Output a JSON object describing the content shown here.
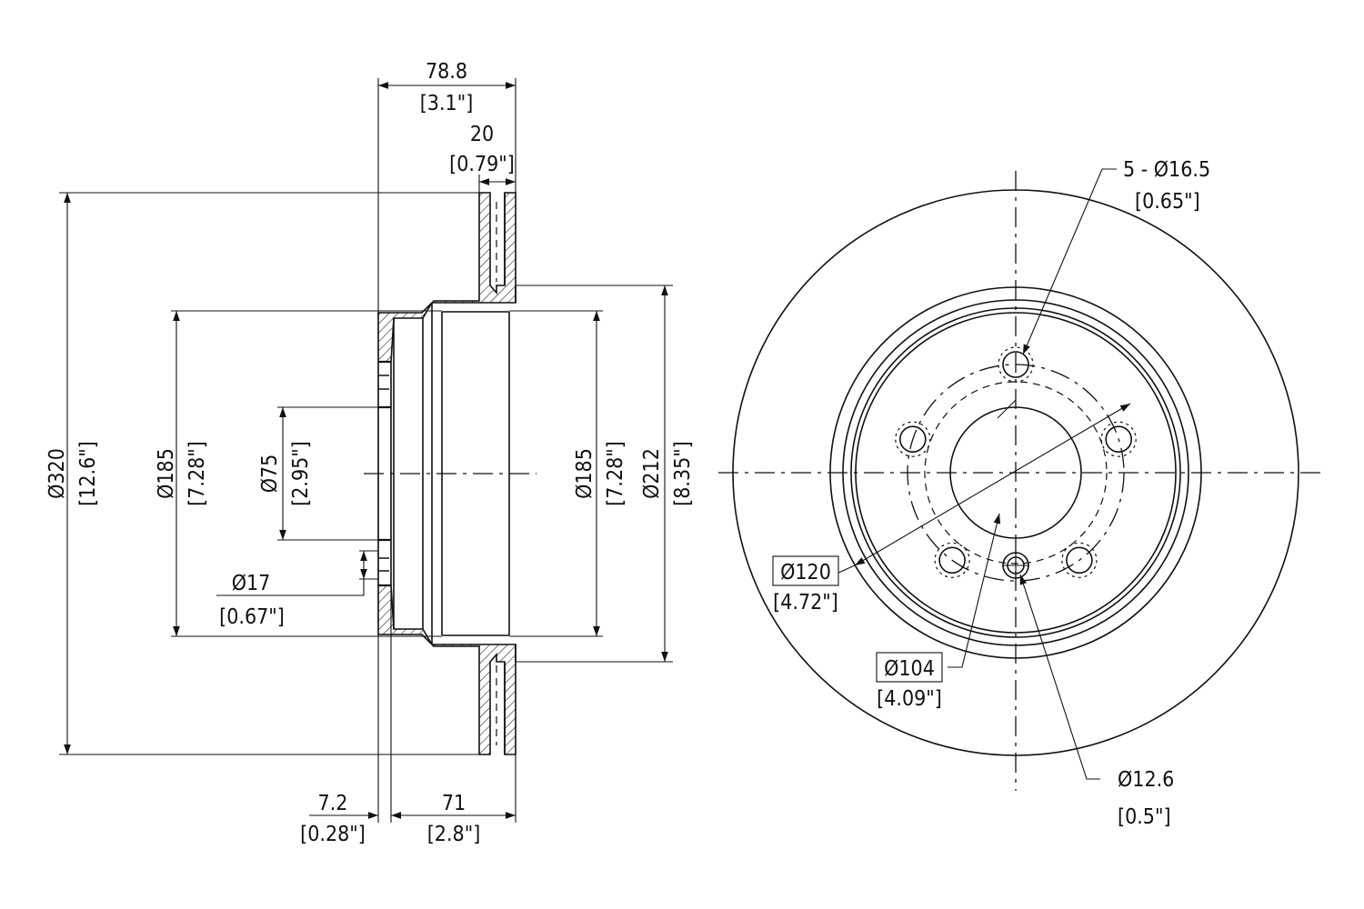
{
  "side_view": {
    "overall_width": {
      "value": "78.8",
      "inch": "[3.1\"]"
    },
    "friction_ring_width": {
      "value": "20",
      "inch": "[0.79\"]"
    },
    "outer_diameter": {
      "value": "Ø320",
      "inch": "[12.6\"]"
    },
    "hat_diameter_left": {
      "value": "Ø185",
      "inch": "[7.28\"]"
    },
    "center_bore": {
      "value": "Ø75",
      "inch": "[2.95\"]"
    },
    "bolt_hole": {
      "value": "Ø17",
      "inch": "[0.67\"]"
    },
    "hat_diameter_right": {
      "value": "Ø185",
      "inch": "[7.28\"]"
    },
    "inner_ring_diameter": {
      "value": "Ø212",
      "inch": "[8.35\"]"
    },
    "hat_thickness": {
      "value": "7.2",
      "inch": "[0.28\"]"
    },
    "hat_height": {
      "value": "71",
      "inch": "[2.8\"]"
    }
  },
  "front_view": {
    "bolt_holes": {
      "value": "5 - Ø16.5",
      "inch": "[0.65\"]"
    },
    "bolt_circle": {
      "value": "Ø120",
      "inch": "[4.72\"]"
    },
    "hub_diameter": {
      "value": "Ø104",
      "inch": "[4.09\"]"
    },
    "locator_hole": {
      "value": "Ø12.6",
      "inch": "[0.5\"]"
    },
    "bolt_hole_count": 5
  }
}
